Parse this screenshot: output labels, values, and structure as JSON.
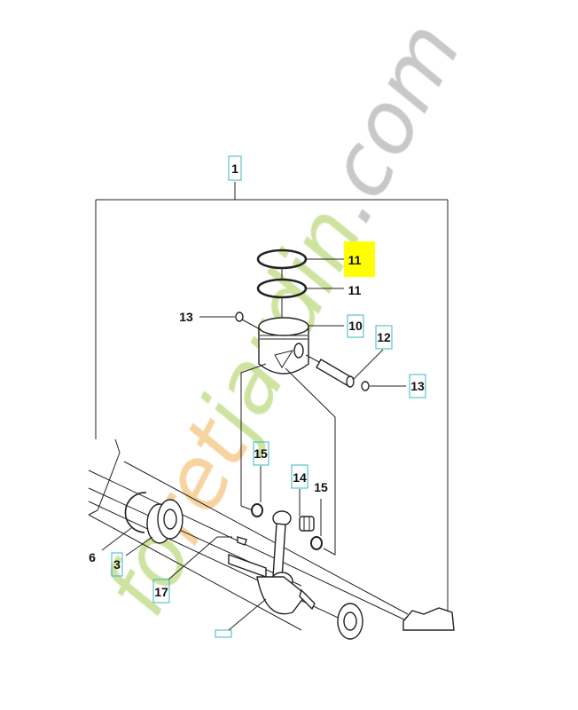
{
  "watermark": {
    "text": "foretjardin.com",
    "colors": {
      "green": "#cfe3a0",
      "orange": "#f7d3a0",
      "gray": "#c8c8c8"
    }
  },
  "highlight_color": "#ffff00",
  "box_color": "#39b5c9",
  "labels": {
    "assembly": "1",
    "ring_top": "11",
    "ring_second": "11",
    "clip_left": "13",
    "piston": "10",
    "pin": "12",
    "clip_right": "13",
    "washer_top": "15",
    "needle_bearing": "14",
    "washer_bottom": "15",
    "circlip": "6",
    "bearing": "3",
    "key": "17"
  }
}
